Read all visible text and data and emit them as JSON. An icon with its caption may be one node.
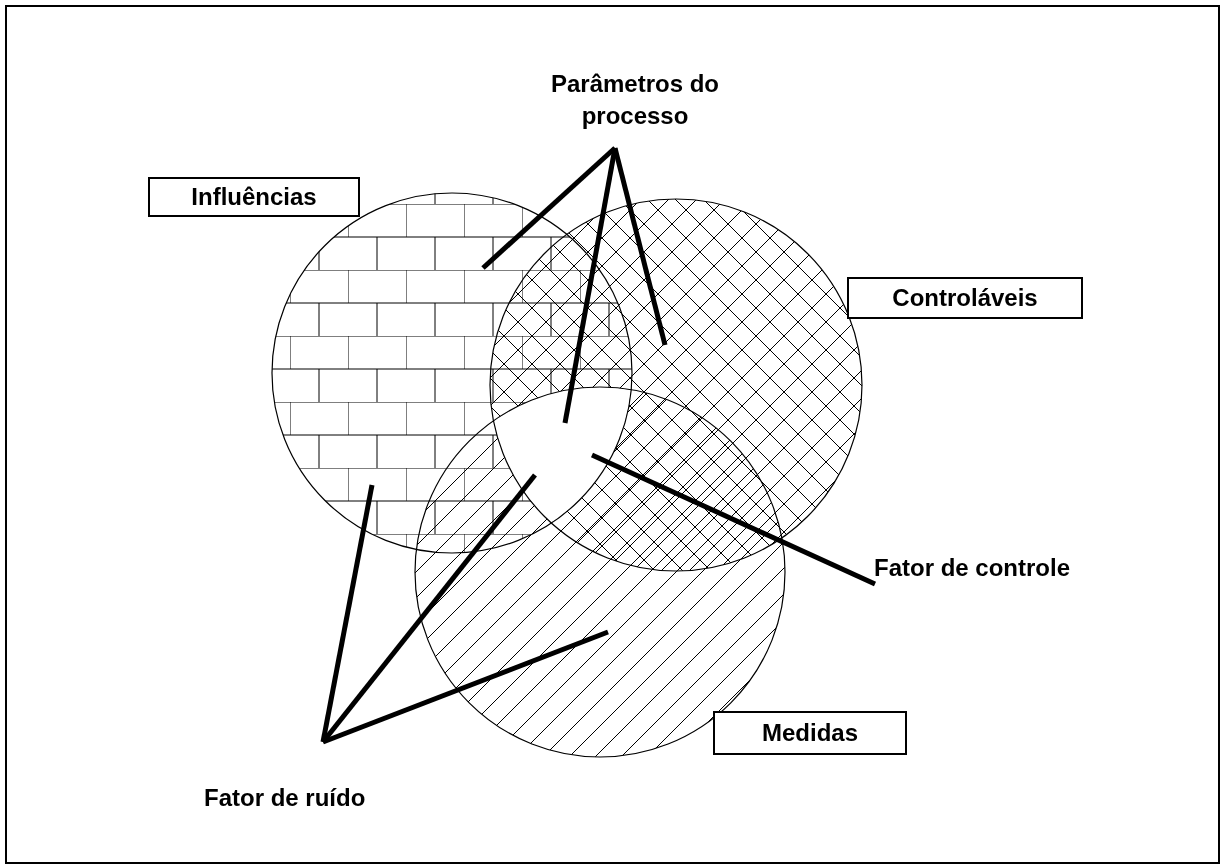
{
  "diagram": {
    "nodes": [
      {
        "text": [
          "Parâmetros do processo"
        ]
      },
      {
        "text": [
          "Influências"
        ]
      },
      {
        "text": [
          "Controláveis"
        ]
      },
      {
        "text": [
          "Medidas"
        ]
      },
      {
        "text": [
          "Fator de controle"
        ]
      },
      {
        "text": [
          "Fator de ruído"
        ]
      },
      {
        "text": [],
        "shape": "circle"
      },
      {
        "text": [],
        "shape": "region"
      },
      {
        "text": [],
        "shape": "circle"
      },
      {
        "text": [],
        "shape": "circle"
      }
    ],
    "edges": [
      {
        "from": 0,
        "to": 6,
        "arrow": "none"
      },
      {
        "from": 0,
        "to": 9,
        "arrow": "none"
      },
      {
        "from": 0,
        "to": 7,
        "arrow": "none"
      },
      {
        "from": 4,
        "to": 7,
        "arrow": "none"
      },
      {
        "from": 5,
        "to": 6,
        "arrow": "none"
      },
      {
        "from": 5,
        "to": 7,
        "arrow": "none"
      },
      {
        "from": 5,
        "to": 8,
        "arrow": "none"
      }
    ]
  }
}
